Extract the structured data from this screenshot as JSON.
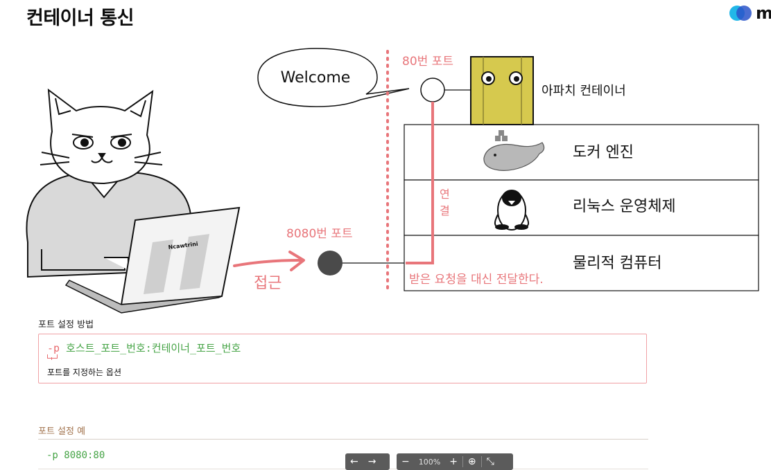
{
  "page": {
    "title": "컨테이너 통신",
    "brand": "m"
  },
  "diagram": {
    "bubble": "Welcome",
    "port80": "80번 포트",
    "apache": "아파치 컨테이너",
    "engine": "도커 엔진",
    "os": "리눅스 운영체제",
    "hardware": "물리적 컴퓨터",
    "link": "연결",
    "relay": "받은 요청을 대신 전달한다.",
    "port8080": "8080번 포트",
    "access": "접근",
    "laptop_brand": "Ncawtrini"
  },
  "method": {
    "heading": "포트 설정 방법",
    "option": "-p",
    "syntax": "호스트_포트_번호:컨테이너_포트_번호",
    "note": "포트를 지정하는 옵션"
  },
  "example": {
    "heading": "포트 설정 예",
    "code": "-p 8080:80"
  },
  "viewer": {
    "back": "←",
    "forward": "→",
    "zoom_out": "−",
    "zoom": "100%",
    "zoom_in": "+",
    "download": "⊕",
    "shrink": "⤡"
  },
  "colors": {
    "accent_red": "#e8757a",
    "code_green": "#46a446",
    "brown": "#a2734d",
    "container_yellow": "#d6c94e"
  }
}
